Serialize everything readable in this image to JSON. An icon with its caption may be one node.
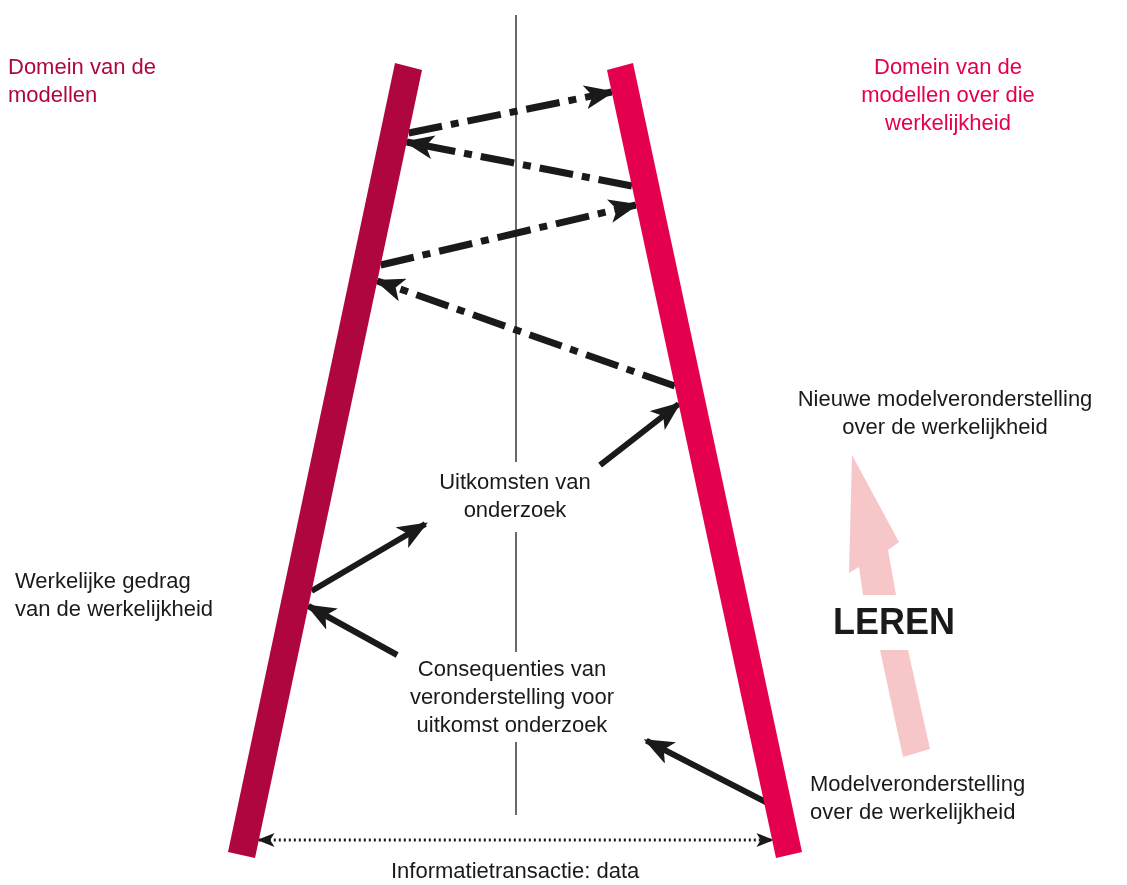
{
  "diagram": {
    "nodes": [
      {
        "text": [],
        "shape": "bar"
      },
      {
        "text": [],
        "shape": "bar"
      },
      {
        "text": [
          "Uitkomsten van onderzoek"
        ]
      },
      {
        "text": [
          "Consequenties van veronderstelling voor uitkomst onderzoek"
        ]
      }
    ],
    "edges": [
      {
        "from": 0,
        "to": 1,
        "arrow": "to",
        "style": "dashed"
      },
      {
        "from": 1,
        "to": 0,
        "arrow": "to",
        "style": "dashed"
      },
      {
        "from": 0,
        "to": 1,
        "arrow": "to",
        "style": "dashed"
      },
      {
        "from": 1,
        "to": 0,
        "arrow": "to",
        "style": "dashed"
      },
      {
        "from": 2,
        "to": 1,
        "arrow": "to"
      },
      {
        "from": 0,
        "to": 2,
        "arrow": "to"
      },
      {
        "from": 3,
        "to": 0,
        "arrow": "to"
      },
      {
        "from": 1,
        "to": 3,
        "arrow": "to"
      },
      {
        "from": 0,
        "to": 1,
        "arrow": "both",
        "style": "dashed",
        "label": "Informatietransactie: data"
      }
    ],
    "labels": [
      "Domein van de modellen",
      "Domein van de modellen over die werkelijkheid",
      "Nieuwe modelveronderstelling over de werkelijkheid",
      "Werkelijke gedrag van de werkelijkheid",
      "LEREN",
      "Modelveronderstelling over de werkelijkheid"
    ]
  }
}
